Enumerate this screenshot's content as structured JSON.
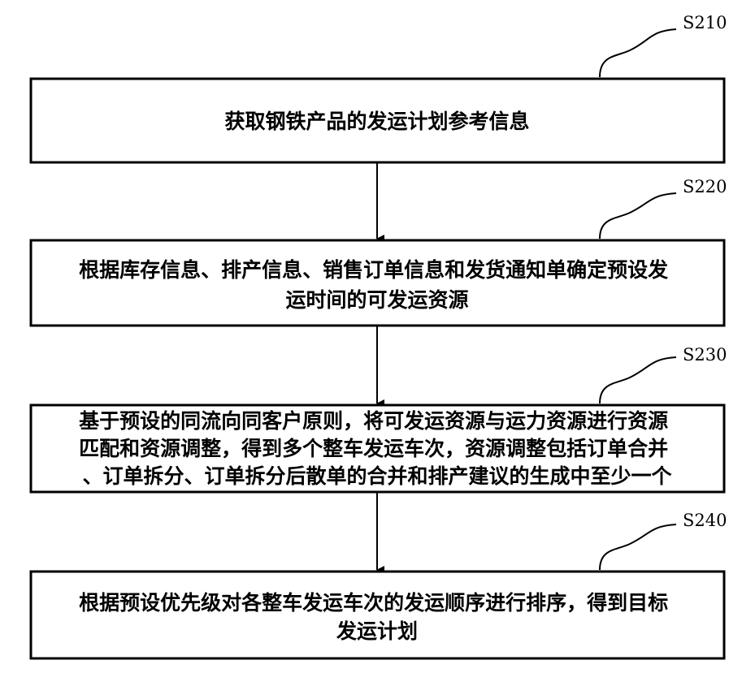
{
  "steps": [
    {
      "label": "S210",
      "lines": [
        "获取钢铁产品的发运计划参考信息"
      ]
    },
    {
      "label": "S220",
      "lines": [
        "根据库存信息、排产信息、销售订单信息和发货通知单确定预设发",
        "运时间的可发运资源"
      ]
    },
    {
      "label": "S230",
      "lines": [
        "基于预设的同流向同客户原则，将可发运资源与运力资源进行资源",
        "匹配和资源调整，得到多个整车发运车次，资源调整包括订单合并",
        "、订单拆分、订单拆分后散单的合并和排产建议的生成中至少一个"
      ]
    },
    {
      "label": "S240",
      "lines": [
        "根据预设优先级对各整车发运车次的发运顺序进行排序，得到目标",
        "发运计划"
      ]
    }
  ]
}
